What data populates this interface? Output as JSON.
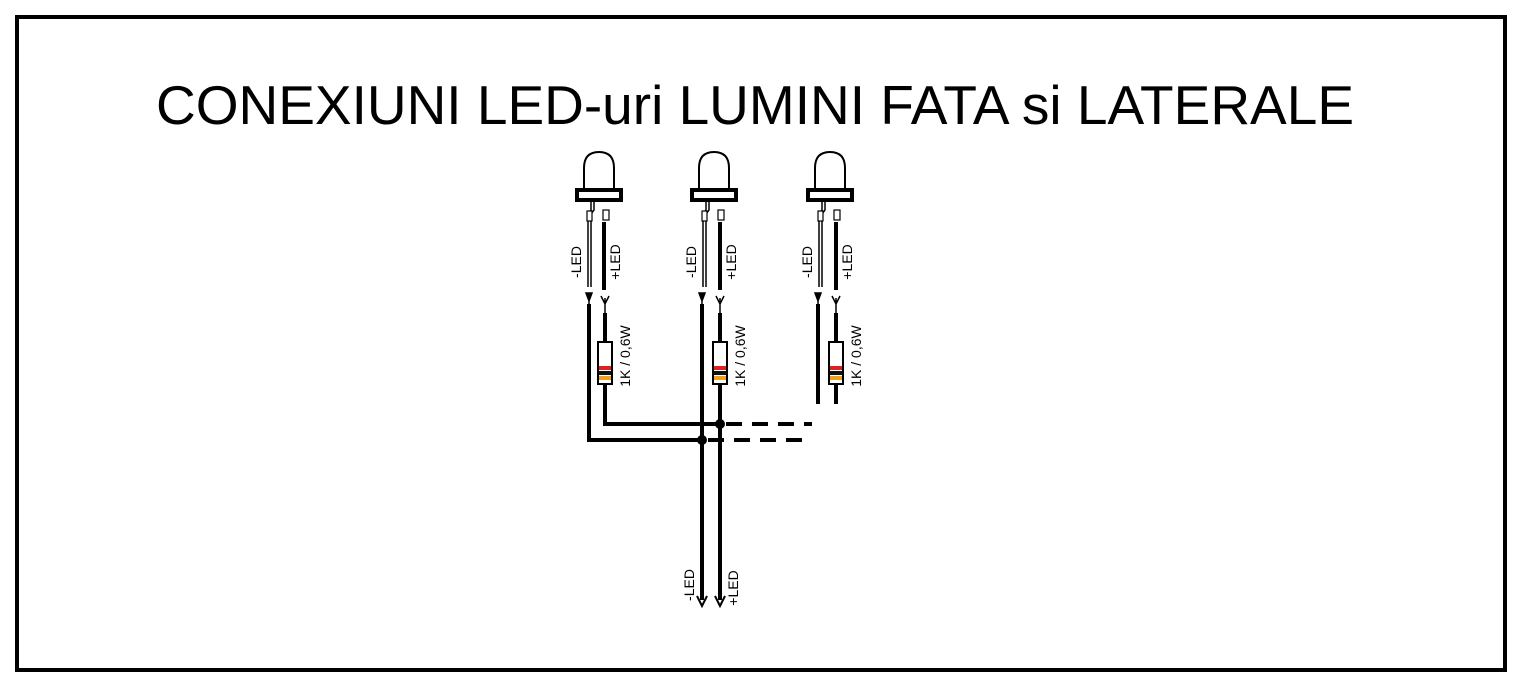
{
  "title": "CONEXIUNI LED-uri LUMINI FATA si LATERALE",
  "led_minus_label": "-LED",
  "led_plus_label": "+LED",
  "resistor_label": "1K / 0,6W",
  "output_minus_label": "-LED",
  "output_plus_label": "+LED",
  "colors": {
    "wire": "#000000",
    "resistor_band_red": "#e02020",
    "resistor_band_black": "#111111",
    "resistor_band_orange": "#f0a020"
  }
}
